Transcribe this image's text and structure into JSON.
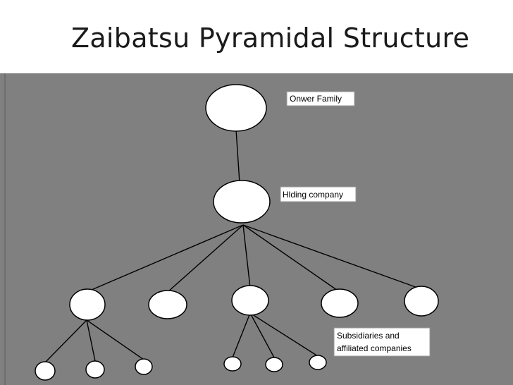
{
  "slide": {
    "title": "Zaibatsu Pyramidal Structure"
  },
  "diagram": {
    "background_color": "#808080",
    "labels": {
      "owner": "Onwer Family",
      "holding": "Hlding company",
      "subsidiaries_line1": "Subsidiaries and",
      "subsidiaries_line2": "affiliated companies"
    }
  }
}
